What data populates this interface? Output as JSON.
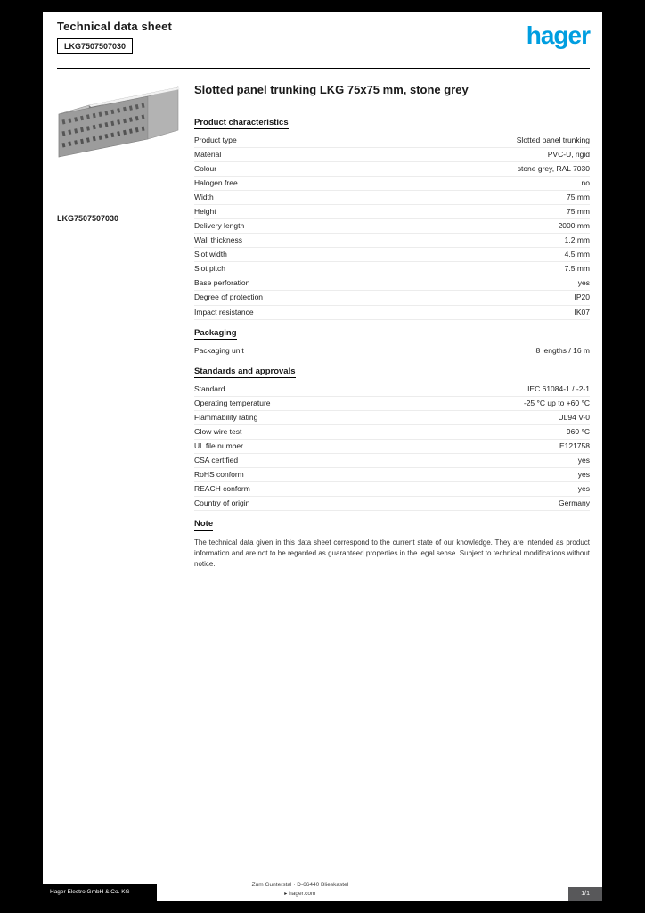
{
  "colors": {
    "brand": "#009EE0"
  },
  "header": {
    "doc_title": "Technical data sheet",
    "ref_code": "LKG7507507030",
    "brand": "hager"
  },
  "product": {
    "title": "Slotted panel trunking LKG 75x75 mm, stone grey",
    "ref_label": "LKG7507507030"
  },
  "specs": {
    "sections": [
      {
        "header": "Product characteristics",
        "rows": [
          {
            "label": "Product type",
            "value": "Slotted panel trunking"
          },
          {
            "label": "Material",
            "value": "PVC-U, rigid"
          },
          {
            "label": "Colour",
            "value": "stone grey, RAL 7030"
          },
          {
            "label": "Halogen free",
            "value": "no"
          },
          {
            "label": "Width",
            "value": "75 mm"
          },
          {
            "label": "Height",
            "value": "75 mm"
          },
          {
            "label": "Delivery length",
            "value": "2000 mm"
          },
          {
            "label": "Wall thickness",
            "value": "1.2 mm"
          },
          {
            "label": "Slot width",
            "value": "4.5 mm"
          },
          {
            "label": "Slot pitch",
            "value": "7.5 mm"
          },
          {
            "label": "Base perforation",
            "value": "yes"
          },
          {
            "label": "Degree of protection",
            "value": "IP20"
          },
          {
            "label": "Impact resistance",
            "value": "IK07"
          }
        ]
      },
      {
        "header": "Packaging",
        "rows": [
          {
            "label": "Packaging unit",
            "value": "8 lengths / 16 m"
          }
        ]
      },
      {
        "header": "Standards and approvals",
        "rows": [
          {
            "label": "Standard",
            "value": "IEC 61084-1 / -2-1"
          },
          {
            "label": "Operating temperature",
            "value": "-25 °C up to +60 °C"
          },
          {
            "label": "Flammability rating",
            "value": "UL94 V-0"
          },
          {
            "label": "Glow wire test",
            "value": "960 °C"
          },
          {
            "label": "UL file number",
            "value": "E121758"
          },
          {
            "label": "CSA certified",
            "value": "yes"
          },
          {
            "label": "RoHS conform",
            "value": "yes"
          },
          {
            "label": "REACH conform",
            "value": "yes"
          },
          {
            "label": "Country of origin",
            "value": "Germany"
          }
        ]
      },
      {
        "header": "Note",
        "note": "The technical data given in this data sheet correspond to the current state of our knowledge. They are intended as product information and are not to be regarded as guaranteed properties in the legal sense. Subject to technical modifications without notice."
      }
    ]
  },
  "footer": {
    "company": "Hager Electro GmbH & Co. KG",
    "address": "Zum Gunterstal · D-66440 Blieskastel",
    "website": "hager.com",
    "page_label": "1/1"
  }
}
